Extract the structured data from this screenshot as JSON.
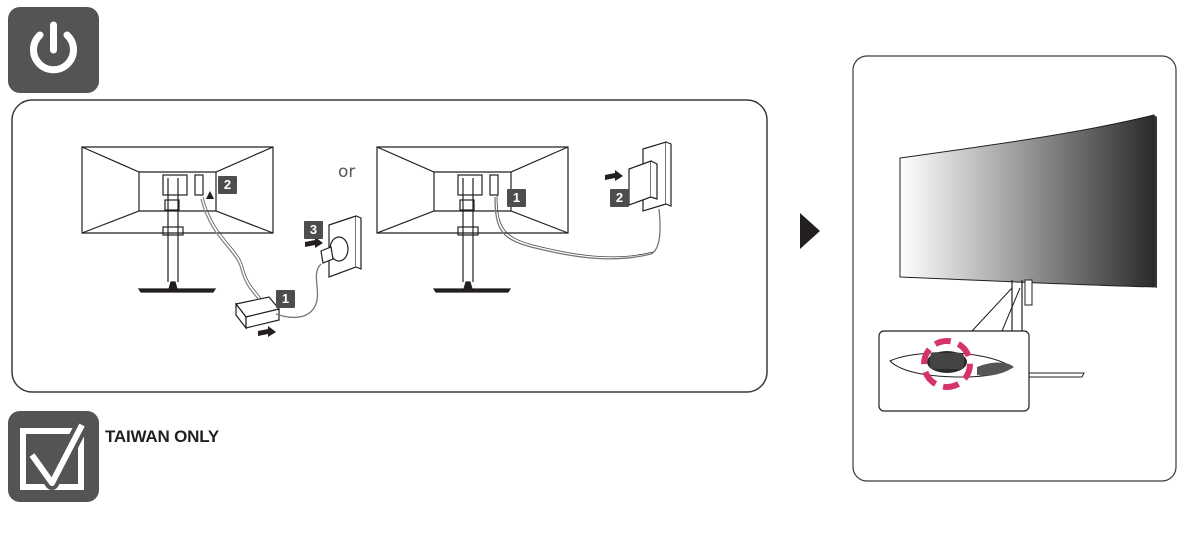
{
  "setup": {
    "or_label": "or",
    "left_steps": [
      "1",
      "2",
      "3"
    ],
    "right_steps": [
      "1",
      "2"
    ]
  },
  "note": {
    "label": "TAIWAN ONLY"
  },
  "icons": {
    "power": "power-icon",
    "check": "checkbox-icon",
    "arrow": "play-arrow-icon"
  },
  "colors": {
    "badge_gray": "#545456",
    "line_dark": "#231f20",
    "highlight_pink": "#d6336c"
  }
}
